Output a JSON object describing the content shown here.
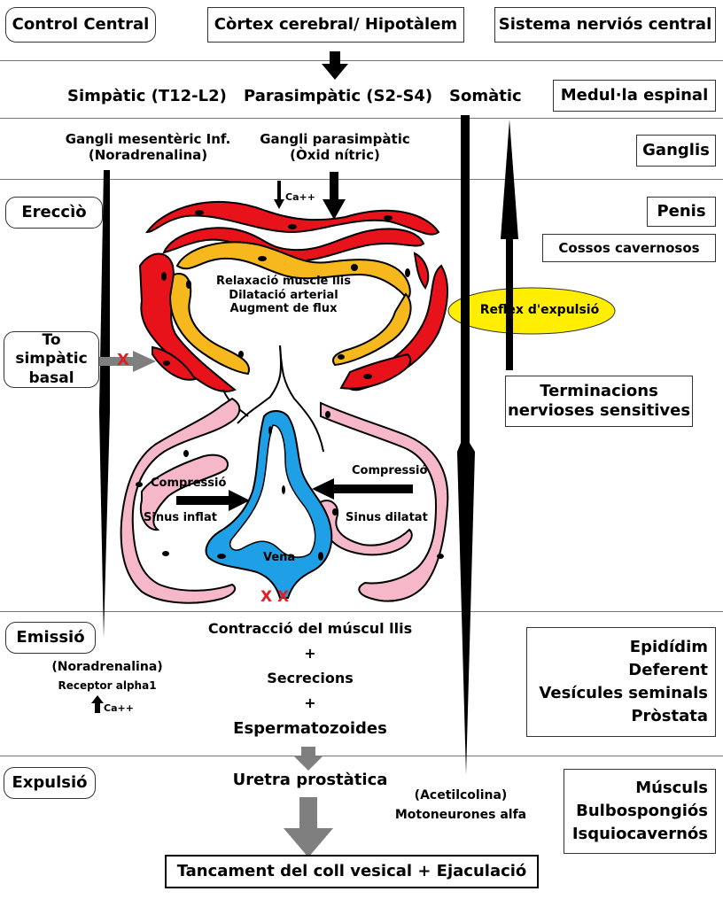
{
  "header": {
    "control_central": "Control Central",
    "cortex": "Còrtex cerebral/ Hipotàlem",
    "snc": "Sistema nerviós central"
  },
  "row2": {
    "simpatic": "Simpàtic (T12-L2)",
    "parasimpatic": "Parasimpàtic (S2-S4)",
    "somatic": "Somàtic",
    "medulla": "Medul·la espinal"
  },
  "ganglis": {
    "mesenteric_1": "Gangli mesentèric Inf.",
    "mesenteric_2": "(Noradrenalina)",
    "parasim_1": "Gangli parasimpàtic",
    "parasim_2": "(Òxid nítric)",
    "label": "Ganglis"
  },
  "erection": {
    "label": "Ereccìò",
    "ca": "Ca++",
    "relax_1": "Relaxació muscle llis",
    "relax_2": "Dilatació arterial",
    "relax_3": "Augment de flux",
    "penis": "Penis",
    "cossos": "Cossos cavernosos",
    "reflex": "Reflex d'expulsió",
    "to_simpatic_1": "To simpàtic",
    "to_simpatic_2": "basal",
    "x": "X",
    "terminacions_1": "Terminacions",
    "terminacions_2": "nervioses sensitives",
    "compressio_left": "Compressió",
    "compressio_right": "Compressió",
    "sinus_inflat": "Sinus inflat",
    "sinus_dilatat": "Sinus dilatat",
    "vena": "Vena",
    "xx": "X X"
  },
  "emission": {
    "label": "Emissió",
    "contraccio": "Contracció del múscul llis",
    "plus1": "+",
    "secrecions": "Secrecions",
    "plus2": "+",
    "espermatozoides": "Espermatozoides",
    "noradrenalina": "(Noradrenalina)",
    "receptor": "Receptor alpha1",
    "ca": "Ca++",
    "organs": [
      "Epidídim",
      "Deferent",
      "Vesícules seminals",
      "Pròstata"
    ]
  },
  "expulsion": {
    "label": "Expulsió",
    "uretra": "Uretra prostàtica",
    "acetil": "(Acetilcolina)",
    "motoneurones": "Motoneurones alfa",
    "muscles": [
      "Músculs",
      "Bulbospongiós",
      "Isquiocavernós"
    ],
    "final": "Tancament del coll vesical + Ejaculació"
  },
  "colors": {
    "red": "#e8121a",
    "orange": "#f6b81c",
    "pink": "#f6b8c8",
    "blue": "#1fa0e6",
    "yellow": "#ffee00",
    "gray_arrow": "#7f7f7f"
  }
}
